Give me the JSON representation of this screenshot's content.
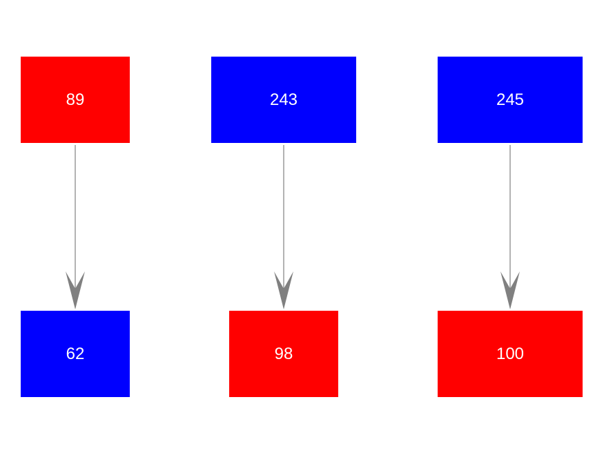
{
  "colors": {
    "red": "#ff0000",
    "blue": "#0000ff",
    "edge": "#808080"
  },
  "nodes": [
    {
      "id": "a",
      "label": "89",
      "color": "red"
    },
    {
      "id": "b",
      "label": "243",
      "color": "blue"
    },
    {
      "id": "c",
      "label": "245",
      "color": "blue"
    },
    {
      "id": "d",
      "label": "62",
      "color": "blue"
    },
    {
      "id": "e",
      "label": "98",
      "color": "red"
    },
    {
      "id": "f",
      "label": "100",
      "color": "red"
    }
  ],
  "edges": [
    {
      "from": "89",
      "to": "62"
    },
    {
      "from": "243",
      "to": "98"
    },
    {
      "from": "245",
      "to": "100"
    }
  ]
}
